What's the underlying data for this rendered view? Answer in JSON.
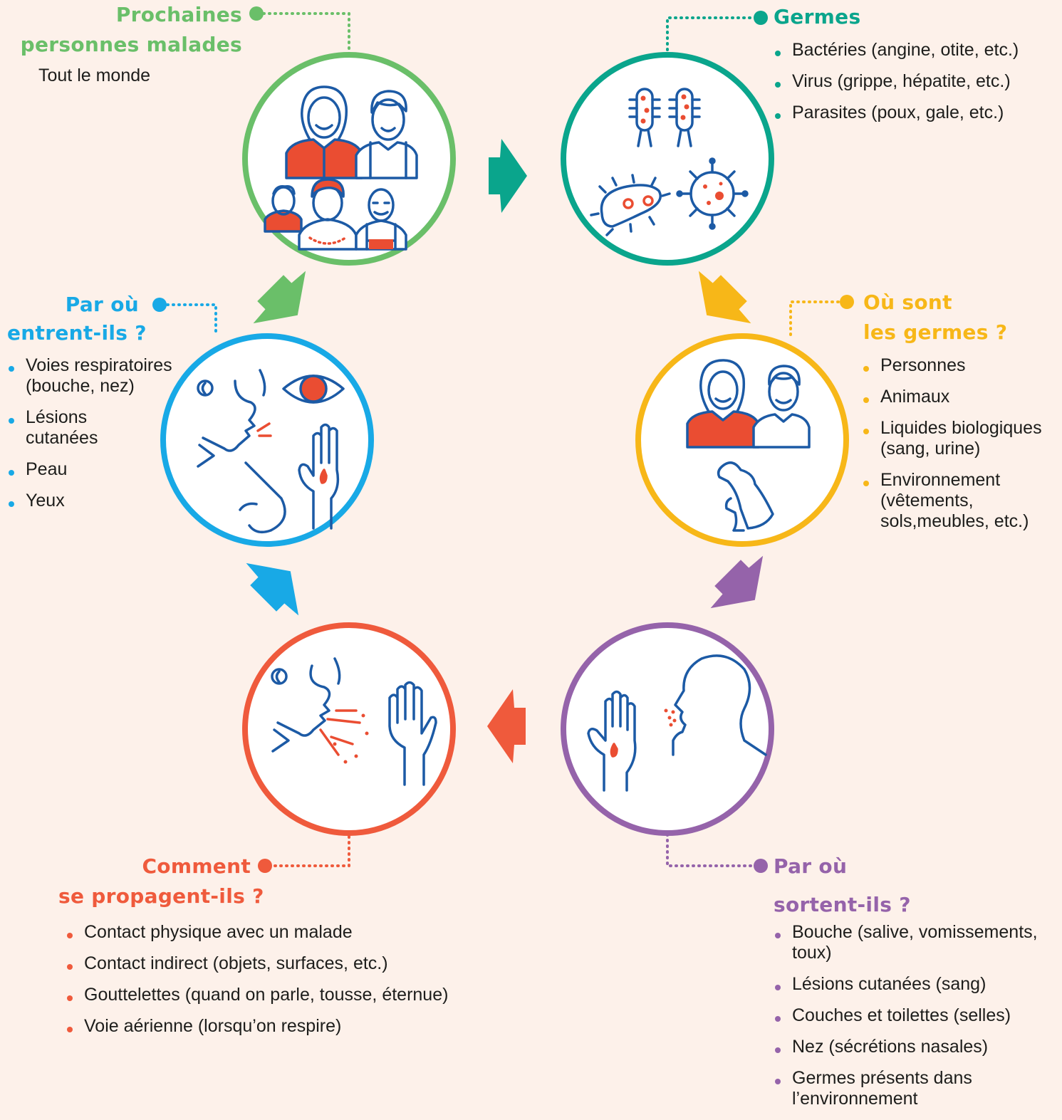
{
  "colors": {
    "background": "#fdf1ea",
    "green": "#6abf69",
    "teal": "#0aa58c",
    "yellow": "#f7b718",
    "purple": "#9563aa",
    "red": "#ef5a3c",
    "blue": "#18a9e6",
    "icon_blue": "#1c5aa5",
    "icon_red": "#ea4d32"
  },
  "nodes": {
    "next_people": {
      "title_line1": "Prochaines",
      "title_line2": "personnes malades",
      "subtitle": "Tout le monde",
      "icon": "group-of-people-icon"
    },
    "germs": {
      "title": "Germes",
      "items": [
        "Bactéries (angine, otite, etc.)",
        "Virus (grippe, hépatite, etc.)",
        "Parasites (poux, gale, etc.)"
      ],
      "icon": "germs-icon"
    },
    "where_germs": {
      "title_line1": "Où sont",
      "title_line2": "les germes ?",
      "items": [
        "Personnes",
        "Animaux",
        "Liquides biologiques\n(sang, urine)",
        "Environnement\n(vêtements,\nsols,meubles, etc.)"
      ],
      "icon": "people-and-dog-icon"
    },
    "exit": {
      "title_line1": "Par où",
      "title_line2": "sortent-ils ?",
      "items": [
        "Bouche (salive, vomissements,\ntoux)",
        "Lésions cutanées (sang)",
        "Couches et toilettes (selles)",
        "Nez (sécrétions nasales)",
        "Germes présents dans\nl’environnement"
      ],
      "icon": "head-cough-and-wounded-hand-icon"
    },
    "spread": {
      "title_line1": "Comment",
      "title_line2": "se propagent-ils ?",
      "items": [
        "Contact physique avec un malade",
        "Contact indirect (objets, surfaces, etc.)",
        "Gouttelettes (quand on parle, tousse, éternue)",
        "Voie aérienne (lorsqu’on respire)"
      ],
      "icon": "sneeze-and-hand-icon"
    },
    "entry": {
      "title_line1": "Par où",
      "title_line2": "entrent-ils ?",
      "items": [
        "Voies respiratoires\n(bouche, nez)",
        "Lésions\ncutanées",
        "Peau",
        "Yeux"
      ],
      "icon": "face-eye-hand-icon"
    }
  }
}
